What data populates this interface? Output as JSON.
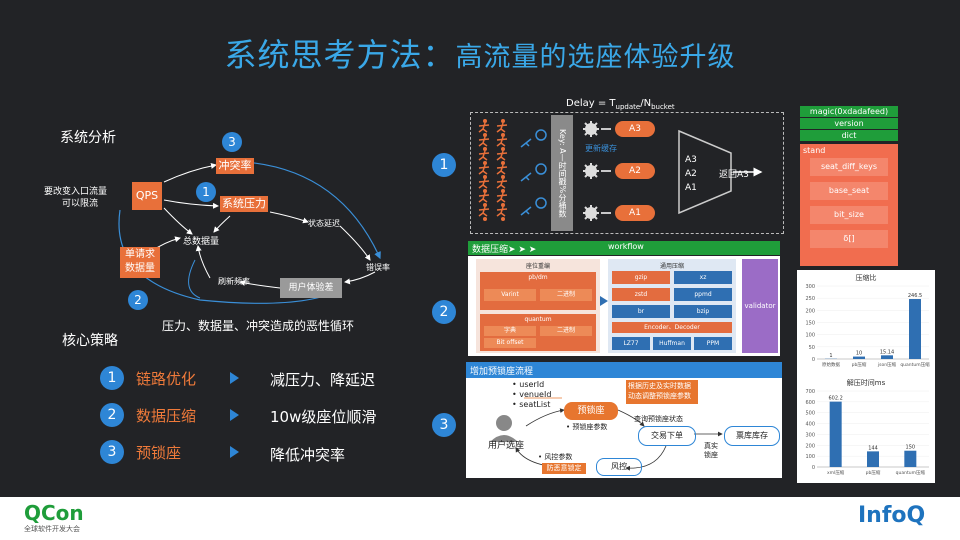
{
  "title": {
    "main": "系统思考方法：",
    "sub": "高流量的选座体验升级"
  },
  "analysis": {
    "heading": "系统分析",
    "left_note_1": "要改变入口流量",
    "left_note_2": "可以限流",
    "qps": "QPS",
    "conflict": "冲突率",
    "pressure": "系统压力",
    "total_data_1": "单请求",
    "total_data_2": "数据量",
    "total": "总数据量",
    "state_delay": "状态延迟",
    "refresh": "刷新频率",
    "ux": "用户体验差",
    "error": "错误率",
    "loop_note": "压力、数据量、冲突造成的恶性循环",
    "n1": "1",
    "n2": "2",
    "n3": "3"
  },
  "strategy": {
    "heading": "核心策略",
    "items": [
      {
        "num": "1",
        "name": "链路优化",
        "effect": "减压力、降延迟"
      },
      {
        "num": "2",
        "name": "数据压缩",
        "effect": "10w级座位顺滑"
      },
      {
        "num": "3",
        "name": "预锁座",
        "effect": "降低冲突率"
      }
    ]
  },
  "right": {
    "markers": [
      "1",
      "2",
      "3"
    ],
    "delay_formula": "Delay = T",
    "delay_sub1": "update",
    "delay_mid": "/N",
    "delay_sub2": "bucket",
    "key_label": "Key: A—时间戳%分桶数",
    "update_cache": "更新缓存",
    "a_items": [
      "A3",
      "A2",
      "A1"
    ],
    "funnel_items": [
      "A3",
      "A2",
      "A1"
    ],
    "return_a3": "返回A3",
    "green_stack": [
      "magic(0xdadafeed)",
      "version",
      "dict"
    ],
    "stand": "stand",
    "red_items": [
      "seat_diff_keys",
      "base_seat",
      "bit_size",
      "δ[]"
    ],
    "compress_title": "数据压缩➤ ➤ ➤",
    "workflow": "workflow",
    "pos_encoding": "座位重编",
    "pb_dm": "pb/dm",
    "varint": "Varint",
    "binary": "二进制",
    "quantum": "quantum",
    "dict": "字典",
    "binary2": "二进制",
    "bit_offset": "Bit offset",
    "general_compress": "通用压缩",
    "gzip": "gzip",
    "xz": "xz",
    "zstd": "zstd",
    "ppmd": "ppmd",
    "br": "br",
    "bzip": "bzip",
    "encoder": "Encoder、Decoder",
    "lz77": "LZ77",
    "huffman": "Huffman",
    "ppm": "PPM",
    "validator": "validator",
    "prelock_title": "增加预锁座流程",
    "user_fields": [
      "• userId",
      "• venueId",
      "• seatList"
    ],
    "user_select": "用户选座",
    "prelock": "预锁座",
    "history_note": "根据历史及实时数据动态调整预锁座参数",
    "prelock_param": "• 预锁座参数",
    "query_status": "查询预锁座状态",
    "trade_order": "交易下单",
    "real_lock": "真实锁座",
    "inventory": "票库库存",
    "risk_param": "• 风控参数",
    "anti_brush": "防恶意锁定",
    "risk_ctrl": "风控"
  },
  "chart_data": [
    {
      "type": "bar",
      "title": "压缩比",
      "categories": [
        "原始数据",
        "pb压缩",
        "json压缩",
        "quantum压缩"
      ],
      "values": [
        1,
        10,
        15.14,
        246.5
      ],
      "value_labels": [
        "1",
        "10",
        "15.14",
        "246.5"
      ],
      "yticks": [
        "300",
        "250",
        "200",
        "150",
        "100",
        "50",
        "0"
      ],
      "ylim": [
        0,
        300
      ],
      "color": "#2f6fb2"
    },
    {
      "type": "bar",
      "title": "解压时间ms",
      "categories": [
        "xml压缩",
        "pb压缩",
        "quantum压缩"
      ],
      "values": [
        602.2,
        144,
        150
      ],
      "value_labels": [
        "602.2",
        "144",
        "150"
      ],
      "yticks": [
        "700",
        "600",
        "500",
        "400",
        "300",
        "200",
        "100",
        "0"
      ],
      "ylim": [
        0,
        700
      ],
      "color": "#2f6fb2"
    }
  ],
  "footer": {
    "qcon": "QCon",
    "qcon_sub": "全球软件开发大会",
    "infoq": "InfoQ"
  }
}
